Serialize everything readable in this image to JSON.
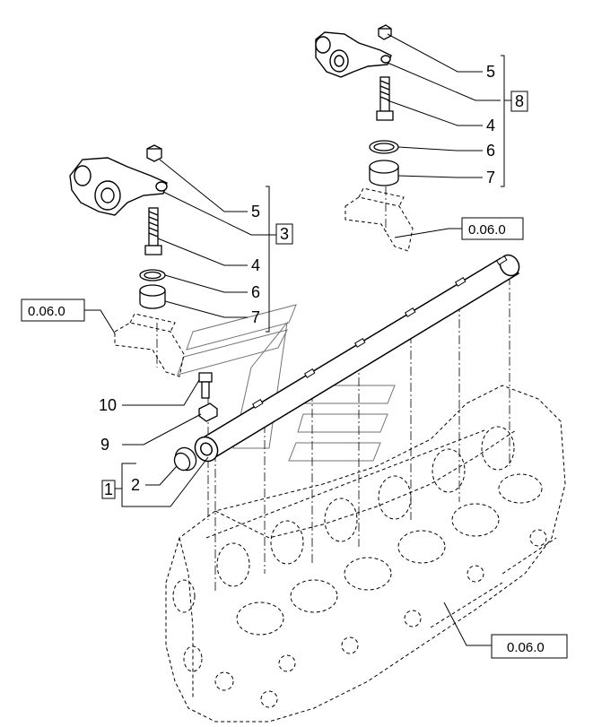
{
  "callouts": {
    "top_right": {
      "n5": "5",
      "n4": "4",
      "n6": "6",
      "n7": "7",
      "group": "8"
    },
    "upper_left": {
      "n5": "5",
      "n4": "4",
      "n6": "6",
      "n7": "7",
      "group": "3"
    },
    "left": {
      "n10": "10",
      "n9": "9",
      "n2": "2",
      "group": "1"
    }
  },
  "references": {
    "upper_right": "0.06.0",
    "left": "0.06.0",
    "bottom_right": "0.06.0"
  },
  "colors": {
    "line": "#000000",
    "background": "#ffffff"
  }
}
